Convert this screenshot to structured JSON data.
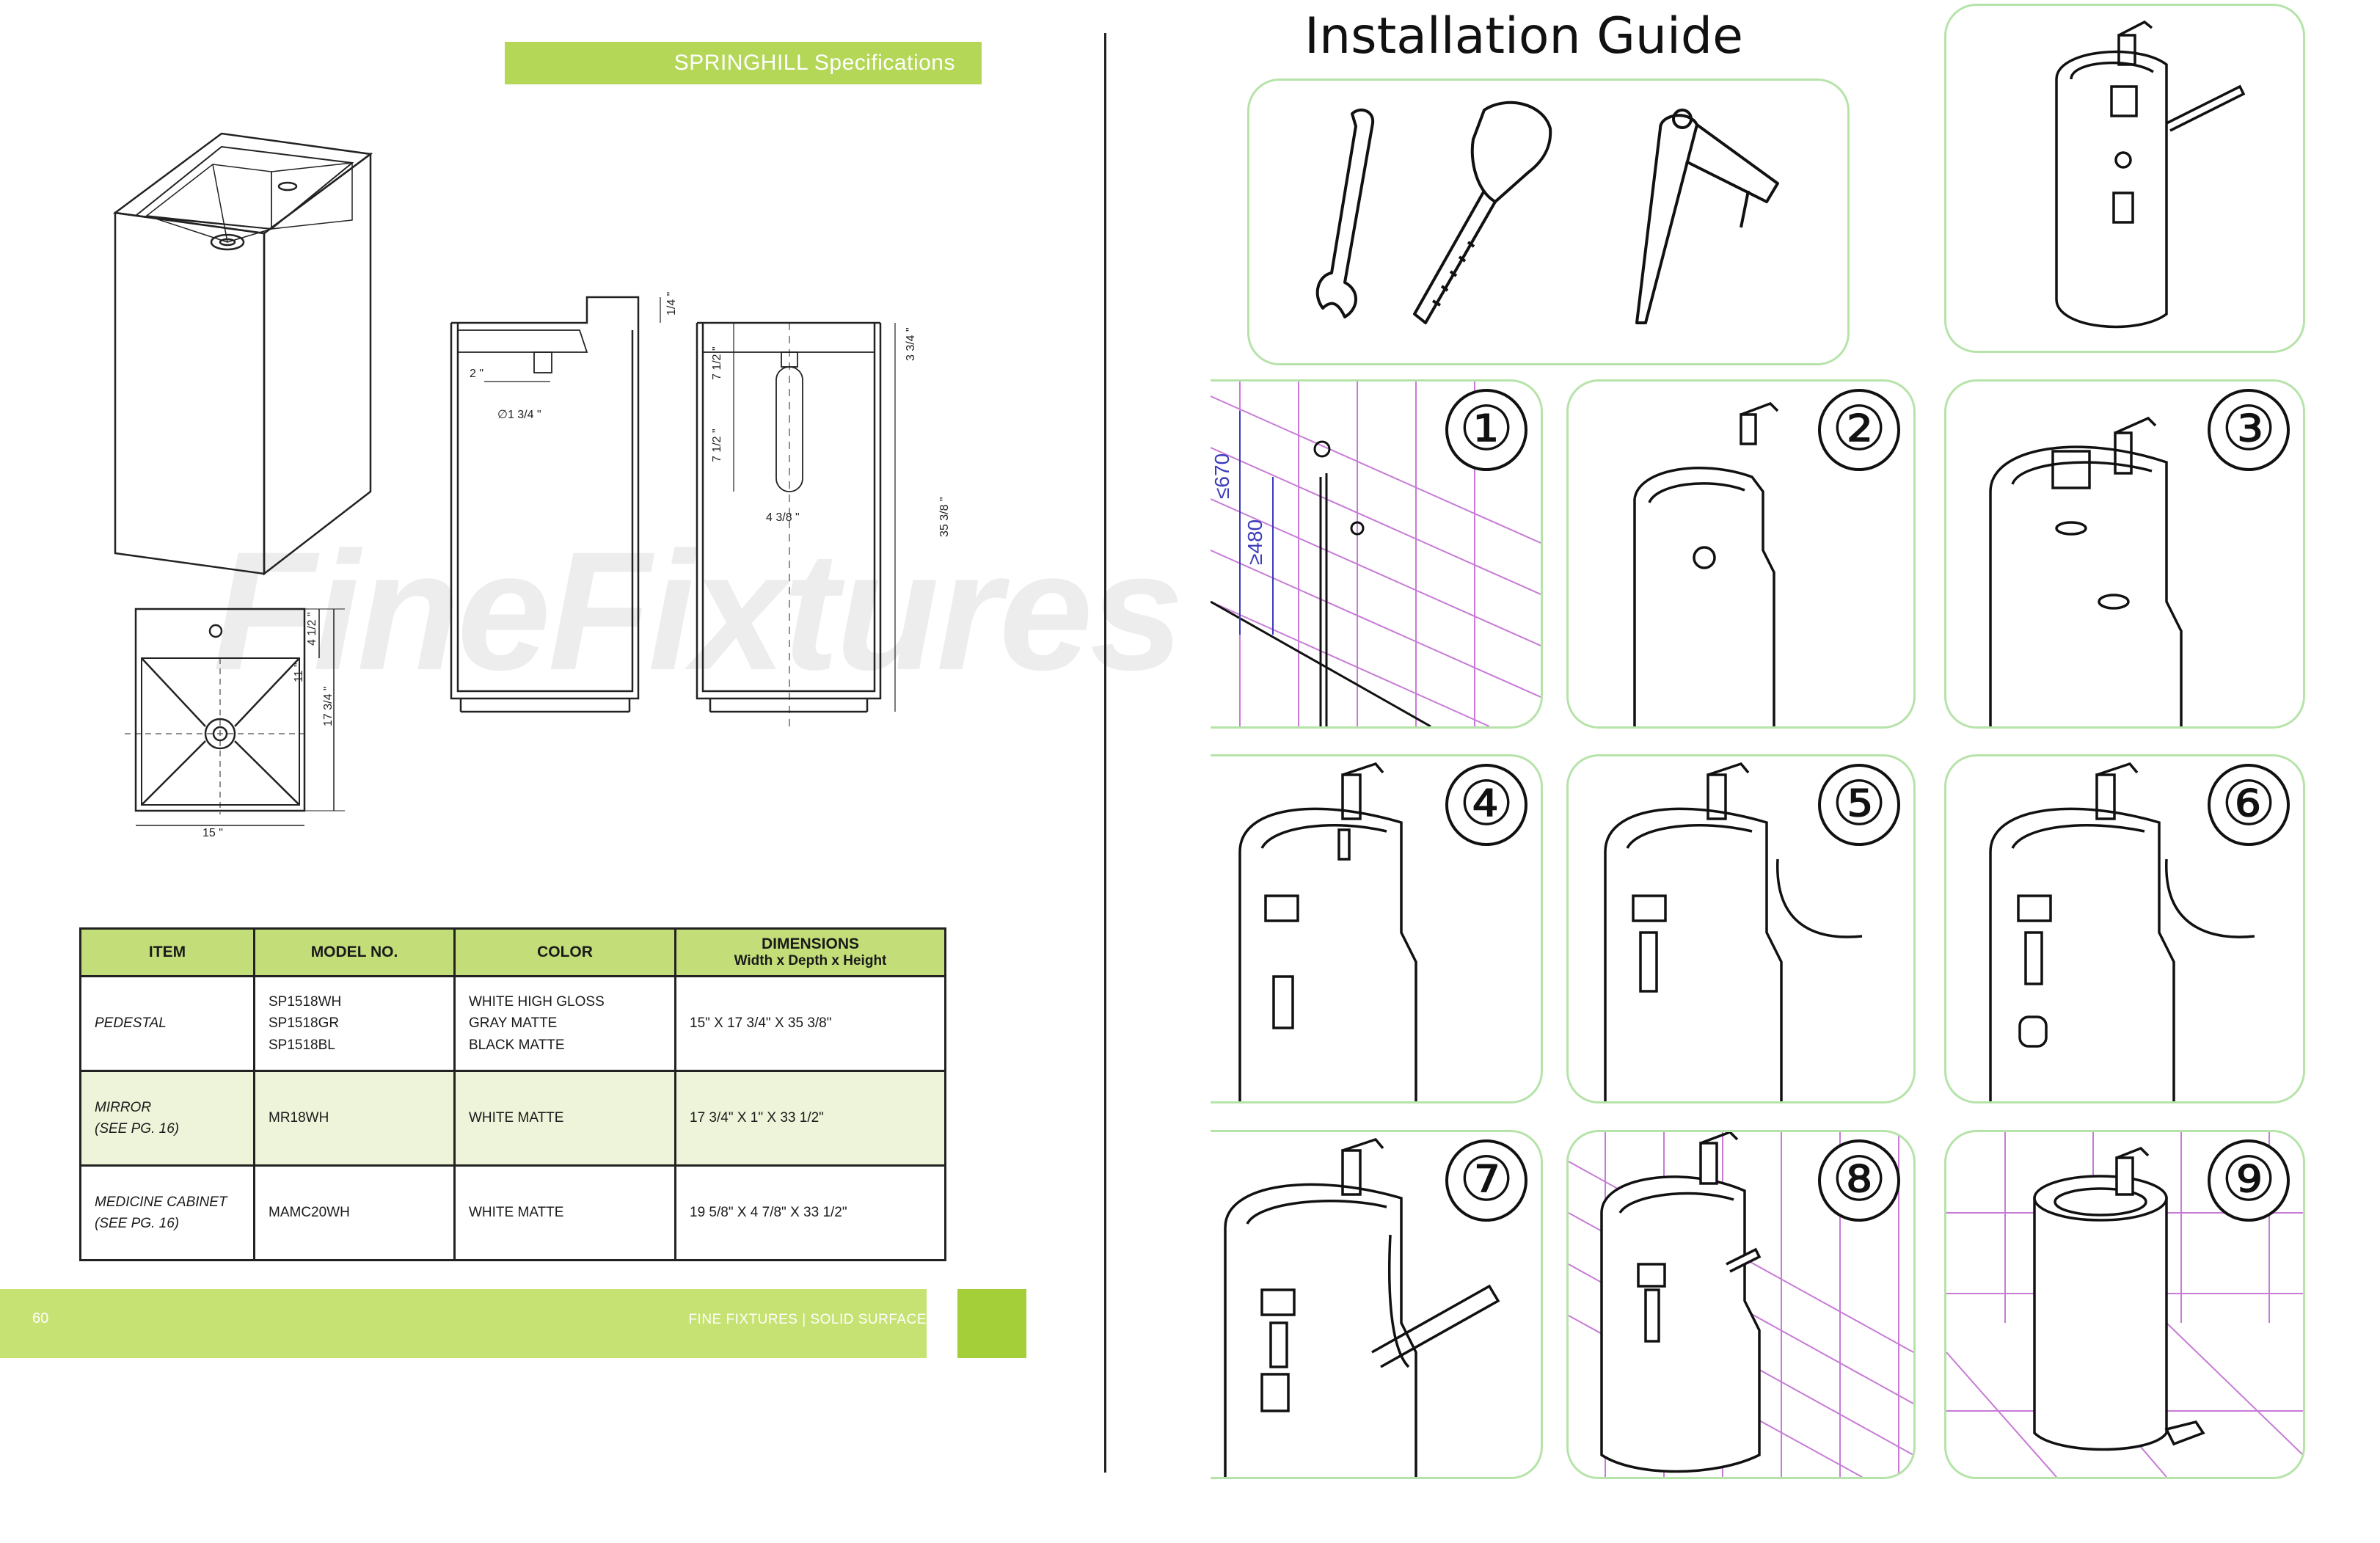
{
  "spec_page": {
    "banner_title": "SPRINGHILL Specifications",
    "watermark": "FineFixtures",
    "dimensions": {
      "quarter": "1/4 \"",
      "three_three_quarter": "3 3/4 \"",
      "seven_half_a": "7 1/2 \"",
      "seven_half_b": "7 1/2 \"",
      "two": "2 \"",
      "drain_dia": "∅1 3/4 \"",
      "four_three_eighth": "4 3/8 \"",
      "height": "35 3/8 \"",
      "four_half": "4 1/2 \"",
      "eleven": "11 \"",
      "seventeen": "17 3/4 \"",
      "fifteen": "15 \""
    },
    "table": {
      "headers": {
        "item": "ITEM",
        "model": "MODEL NO.",
        "color": "COLOR",
        "dimensions": "DIMENSIONS",
        "dimensions_sub": "Width x Depth x Height"
      },
      "rows": [
        {
          "item": "PEDESTAL",
          "item_note": "",
          "models": [
            "SP1518WH",
            "SP1518GR",
            "SP1518BL"
          ],
          "colors": [
            "WHITE HIGH GLOSS",
            "GRAY MATTE",
            "BLACK MATTE"
          ],
          "dimensions": "15\" X 17 3/4\" X 35 3/8\""
        },
        {
          "item": "MIRROR",
          "item_note": "(SEE PG. 16)",
          "models": [
            "MR18WH"
          ],
          "colors": [
            "WHITE MATTE"
          ],
          "dimensions": "17 3/4\" X 1\" X 33 1/2\""
        },
        {
          "item": "MEDICINE CABINET",
          "item_note": "(SEE PG. 16)",
          "models": [
            "MAMC20WH"
          ],
          "colors": [
            "WHITE MATTE"
          ],
          "dimensions": "19 5/8\" X 4 7/8\" X 33 1/2\""
        }
      ]
    },
    "footer": {
      "page_number": "60",
      "brand": "FINE FIXTURES | SOLID SURFACE"
    }
  },
  "install_page": {
    "title": "Installation  Guide",
    "tools": [
      "wrench-icon",
      "tape-measure-icon",
      "caulk-gun-icon"
    ],
    "step1_labels": {
      "max_height": "≤670",
      "min_height": "≥480"
    },
    "steps": [
      "①",
      "②",
      "③",
      "④",
      "⑤",
      "⑥",
      "⑦",
      "⑧",
      "⑨"
    ],
    "accent_color": "#b4d757",
    "panel_border_color": "#b6e3a9",
    "grid_color": "#c77bd6"
  }
}
